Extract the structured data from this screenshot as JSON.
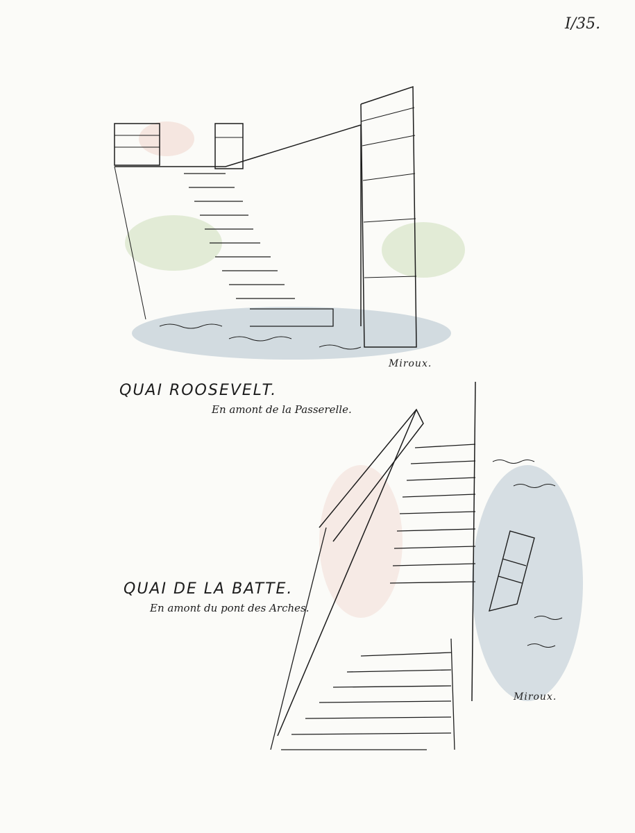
{
  "page_number": "I/35.",
  "illustrations": [
    {
      "title": "QUAI ROOSEVELT.",
      "subtitle": "En amont de la Passerelle.",
      "signature": "Miroux."
    },
    {
      "title": "QUAI DE LA BATTE.",
      "subtitle": "En amont du pont des Arches.",
      "signature": "Miroux."
    }
  ],
  "colors": {
    "ink": "#1c1c1c",
    "paper": "#fbfbf8",
    "water": "#9fb4c4",
    "foliage": "#c9dcb4",
    "blush": "#f0d2c8"
  }
}
